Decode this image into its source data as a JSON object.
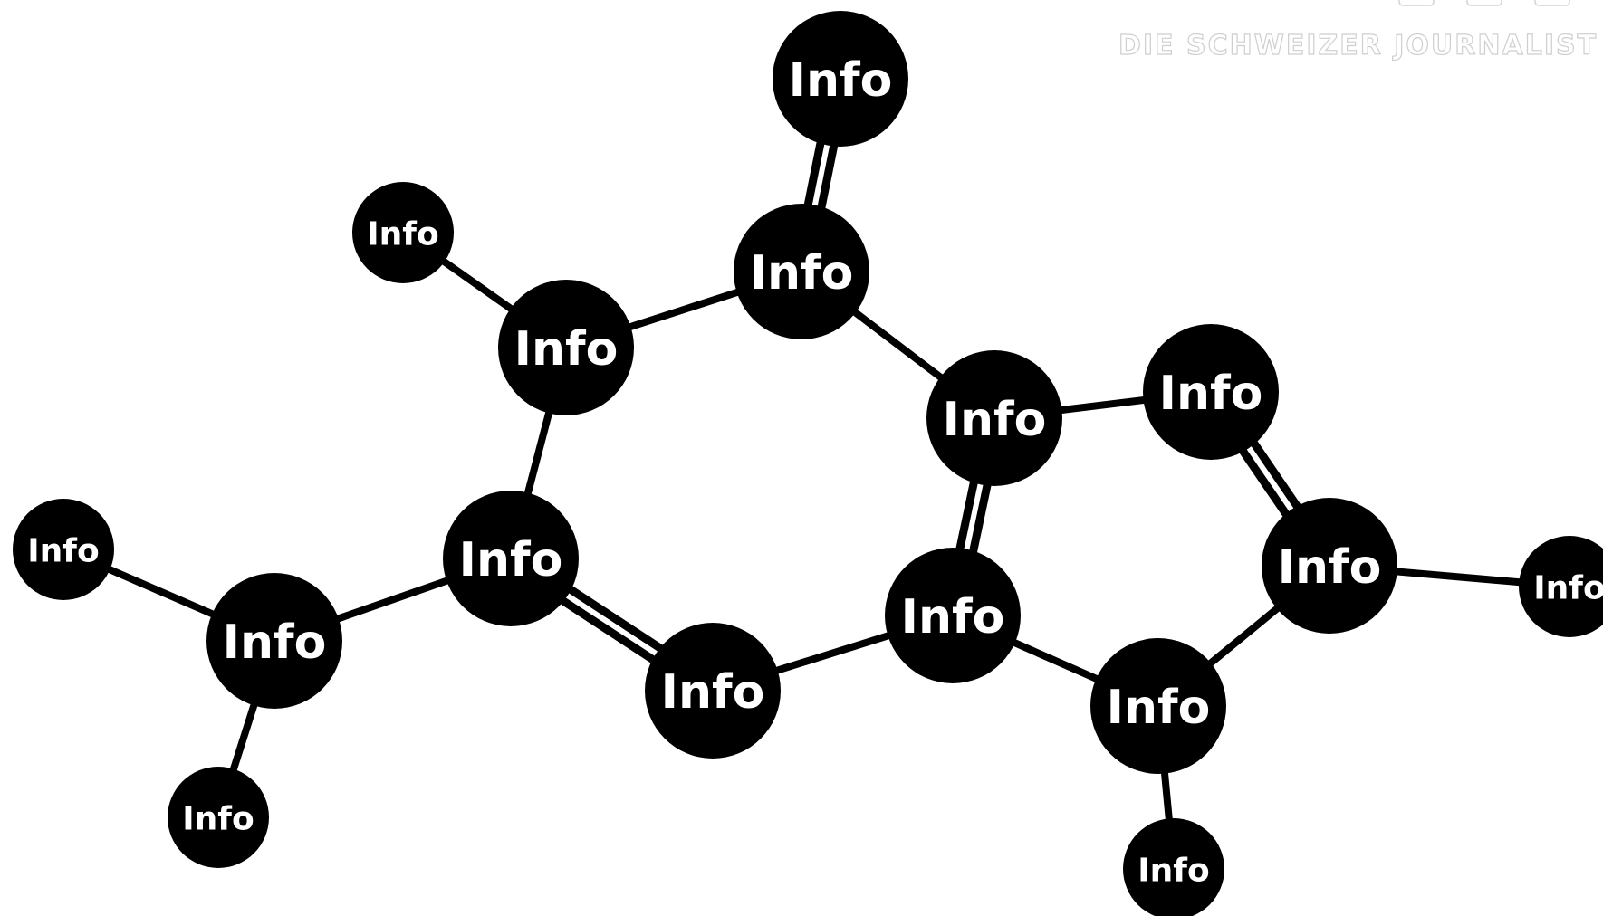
{
  "watermark": {
    "text": "DIE SCHWEIZER JOURNALIST"
  },
  "diagram": {
    "nodes": [
      {
        "id": "n-top",
        "label": "Info"
      },
      {
        "id": "n-topleft-small",
        "label": "Info"
      },
      {
        "id": "n-carbonyl",
        "label": "Info"
      },
      {
        "id": "n-upperleft",
        "label": "Info"
      },
      {
        "id": "n-midright",
        "label": "Info"
      },
      {
        "id": "n-right-upper",
        "label": "Info"
      },
      {
        "id": "n-left-small",
        "label": "Info"
      },
      {
        "id": "n-midleft",
        "label": "Info"
      },
      {
        "id": "n-center-lower",
        "label": "Info"
      },
      {
        "id": "n-right",
        "label": "Info"
      },
      {
        "id": "n-edge-right",
        "label": "Info"
      },
      {
        "id": "n-left-branch",
        "label": "Info"
      },
      {
        "id": "n-bottom-center",
        "label": "Info"
      },
      {
        "id": "n-bottom-right",
        "label": "Info"
      },
      {
        "id": "n-bottom-left-small",
        "label": "Info"
      },
      {
        "id": "n-bottom-right-small",
        "label": "Info"
      }
    ],
    "edges": [
      {
        "from": "n-top",
        "to": "n-carbonyl",
        "type": "double"
      },
      {
        "from": "n-topleft-small",
        "to": "n-upperleft",
        "type": "single"
      },
      {
        "from": "n-upperleft",
        "to": "n-carbonyl",
        "type": "single"
      },
      {
        "from": "n-carbonyl",
        "to": "n-midright",
        "type": "single"
      },
      {
        "from": "n-upperleft",
        "to": "n-midleft",
        "type": "single"
      },
      {
        "from": "n-midright",
        "to": "n-right-upper",
        "type": "single"
      },
      {
        "from": "n-midright",
        "to": "n-center-lower",
        "type": "double"
      },
      {
        "from": "n-right-upper",
        "to": "n-right",
        "type": "double"
      },
      {
        "from": "n-right",
        "to": "n-edge-right",
        "type": "single"
      },
      {
        "from": "n-right",
        "to": "n-bottom-right",
        "type": "single"
      },
      {
        "from": "n-center-lower",
        "to": "n-bottom-right",
        "type": "single"
      },
      {
        "from": "n-bottom-right",
        "to": "n-bottom-right-small",
        "type": "single"
      },
      {
        "from": "n-midleft",
        "to": "n-bottom-center",
        "type": "double"
      },
      {
        "from": "n-bottom-center",
        "to": "n-center-lower",
        "type": "single"
      },
      {
        "from": "n-midleft",
        "to": "n-left-branch",
        "type": "single"
      },
      {
        "from": "n-left-small",
        "to": "n-left-branch",
        "type": "single"
      },
      {
        "from": "n-left-branch",
        "to": "n-bottom-left-small",
        "type": "single"
      }
    ]
  }
}
